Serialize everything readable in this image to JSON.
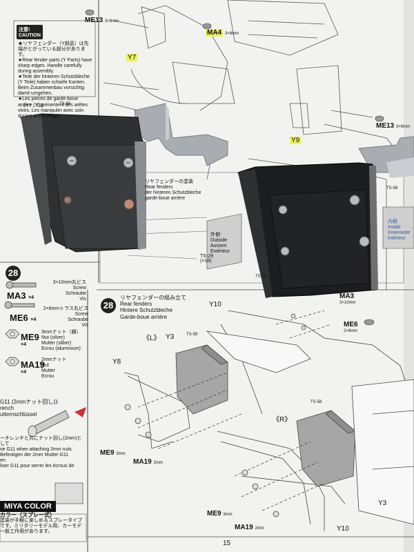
{
  "page": {
    "page_number": "15",
    "part_labels": {
      "me13_top": "ME13",
      "me13_top_size": "3×8mm",
      "ma4": "MA4",
      "ma4_size": "3×8mm",
      "y7": "Y7",
      "y9": "Y9",
      "me13_right": "ME13",
      "me13_right_size": "3×6mm",
      "y7_y9_header": "《Y7 , Y9》",
      "ts58_a": "TS-58",
      "ts58_b": "TS-58",
      "ts58_c": "TS-58",
      "ts58_d": "TS-58",
      "ts58_e": "TS-58",
      "ts29": "TS-29",
      "ts29_sub": "(×18)"
    },
    "caution": {
      "badge_jp": "注意!",
      "badge_en": "CAUTION",
      "jp": "★リヤフェンダー（Y部品）は先端がとがっている部分があります。",
      "en": "★Rear fender parts (Y Parts) have sharp edges. Handle carefully during assembly.",
      "de": "★Teile der hinteren Schutzbleche (Y Teile) haben scharfe Kanten. Beim Zusammenbau vorsichtig damit umgehen.",
      "fr": "★Les pièces de garde-boue arrière (Y) présentent des arêtes vives. Les manipuler avec soin durant assemblage."
    },
    "paint_step": {
      "jp": "リヤフェンダーの塗装",
      "en": "Rear fenders",
      "de": "der hinteren Schutzbleche",
      "fr": "garde-boue arrière",
      "outside_jp": "外側",
      "outside_en": "Outside",
      "outside_de": "Aussen",
      "outside_fr": "Extérieur",
      "inside_jp": "内側",
      "inside_en": "Inside",
      "inside_de": "Innenseite",
      "inside_fr": "Intérieur"
    },
    "step28_parts": {
      "number": "28",
      "ma3_code": "MA3",
      "ma3_qty": "×4",
      "ma3_desc": "3×10mm丸ビス",
      "ma3_en": "Screw",
      "ma3_de": "Schraube",
      "ma3_fr": "Vis",
      "me6_code": "ME6",
      "me6_qty": "×4",
      "me6_desc": "2×8mmトラス丸ビス",
      "me6_en": "Screw",
      "me6_de": "Schraube",
      "me6_fr": "Vis",
      "me9_code": "ME9",
      "me9_qty": "×4",
      "me9_desc": "3mmナット（銀）",
      "me9_en": "Nut (silver)",
      "me9_de": "Mutter (silber)",
      "me9_fr": "Ecrou (aluminium)",
      "ma19_code": "MA19",
      "ma19_qty": "×4",
      "ma19_desc": "2mmナット",
      "ma19_en": "Nut",
      "ma19_de": "Mutter",
      "ma19_fr": "Ecrou"
    },
    "step28_assembly": {
      "number": "28",
      "jp": "リヤフェンダーの組み立て",
      "en": "Rear fenders",
      "de": "Hintere Schutzbleche",
      "fr": "Garde-boue arrière",
      "y10_top": "Y10",
      "y10_bottom": "Y10",
      "left_mark": "《L》",
      "right_mark": "《R》",
      "y3_left": "Y3",
      "y3_right": "Y3",
      "y8": "Y8",
      "ma3": "MA3",
      "ma3_size": "3×10mm",
      "me6": "ME6",
      "me6_size": "2×8mm",
      "me9_left": "ME9",
      "me9_left_size": "3mm",
      "ma19_left": "MA19",
      "ma19_left_size": "2mm",
      "me9_right": "ME9",
      "me9_right_size": "3mm",
      "ma19_right": "MA19",
      "ma19_right_size": "2mm"
    },
    "wrench_note": {
      "title": "G11 (2mmナット回し)》",
      "line1": "rench",
      "line2": "utternschlüssel",
      "jp": "ーチレンチと共にナット回し(2mm)として",
      "en1": "se G11 when attaching 2mm nuts.",
      "de1": "Befestigen der 2mm Mutter G11",
      "de2": "en.",
      "fr1": "liser G11 pour serrer les écrous de"
    },
    "tamiya": {
      "brand": "MIYA COLOR",
      "sub": "カラー（スプレー式）",
      "jp1": "塗装が手軽に楽しめるスプレータイプ",
      "jp2": "です。ミリタリーモデル用、カーモデ",
      "jp3": "一般工作用があります。"
    },
    "colors": {
      "paper": "#f2f2f0",
      "desk": "#5b5f63",
      "fender_black": "#1c1d1f",
      "fender_gray": "#3a3b3d",
      "silver": "#a9adb2",
      "highlight": "#e8f060"
    }
  }
}
